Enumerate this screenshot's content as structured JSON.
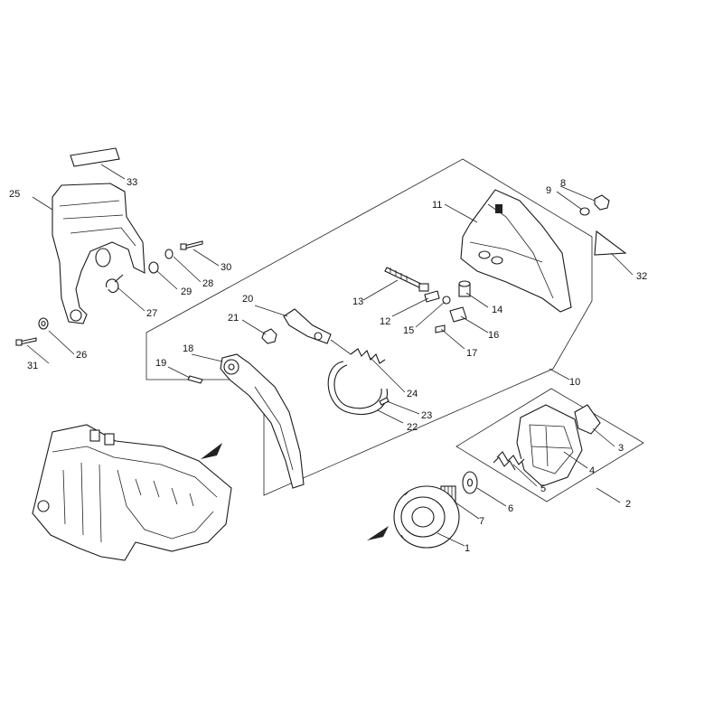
{
  "labels": [
    "1",
    "2",
    "3",
    "4",
    "5",
    "6",
    "7",
    "8",
    "9",
    "10",
    "11",
    "12",
    "13",
    "14",
    "15",
    "16",
    "17",
    "18",
    "19",
    "20",
    "21",
    "22",
    "23",
    "24",
    "25",
    "26",
    "27",
    "28",
    "29",
    "30",
    "31",
    "32",
    "33"
  ],
  "colors": {
    "line": "#222222",
    "fill_dark": "#222222",
    "fill_grey": "#bdbdbd"
  }
}
